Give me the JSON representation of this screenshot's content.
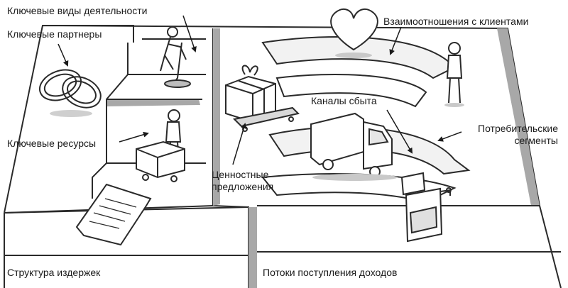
{
  "labels": {
    "key_activities": "Ключевые виды деятельности",
    "key_partners": "Ключевые партнеры",
    "customer_relationships": "Взаимоотношения с клиентами",
    "channels": "Каналы сбыта",
    "customer_segments_line1": "Потребительские",
    "customer_segments_line2": "сегменты",
    "key_resources": "Ключевые ресурсы",
    "value_propositions_line1": "Ценностные",
    "value_propositions_line2": "предложения",
    "cost_structure": "Структура издержек",
    "revenue_streams": "Потоки поступления доходов"
  },
  "colors": {
    "ink": "#2a2a2a",
    "board": "#f4f4f4",
    "shadow": "#9a9a9a",
    "board_light": "#ffffff"
  },
  "icons": [
    "rings-icon",
    "digging-person-icon",
    "gift-box-icon",
    "heart-icon",
    "person-icon",
    "truck-icon",
    "cash-register-icon",
    "thinking-person-icon",
    "machine-icon",
    "paper-icon"
  ]
}
